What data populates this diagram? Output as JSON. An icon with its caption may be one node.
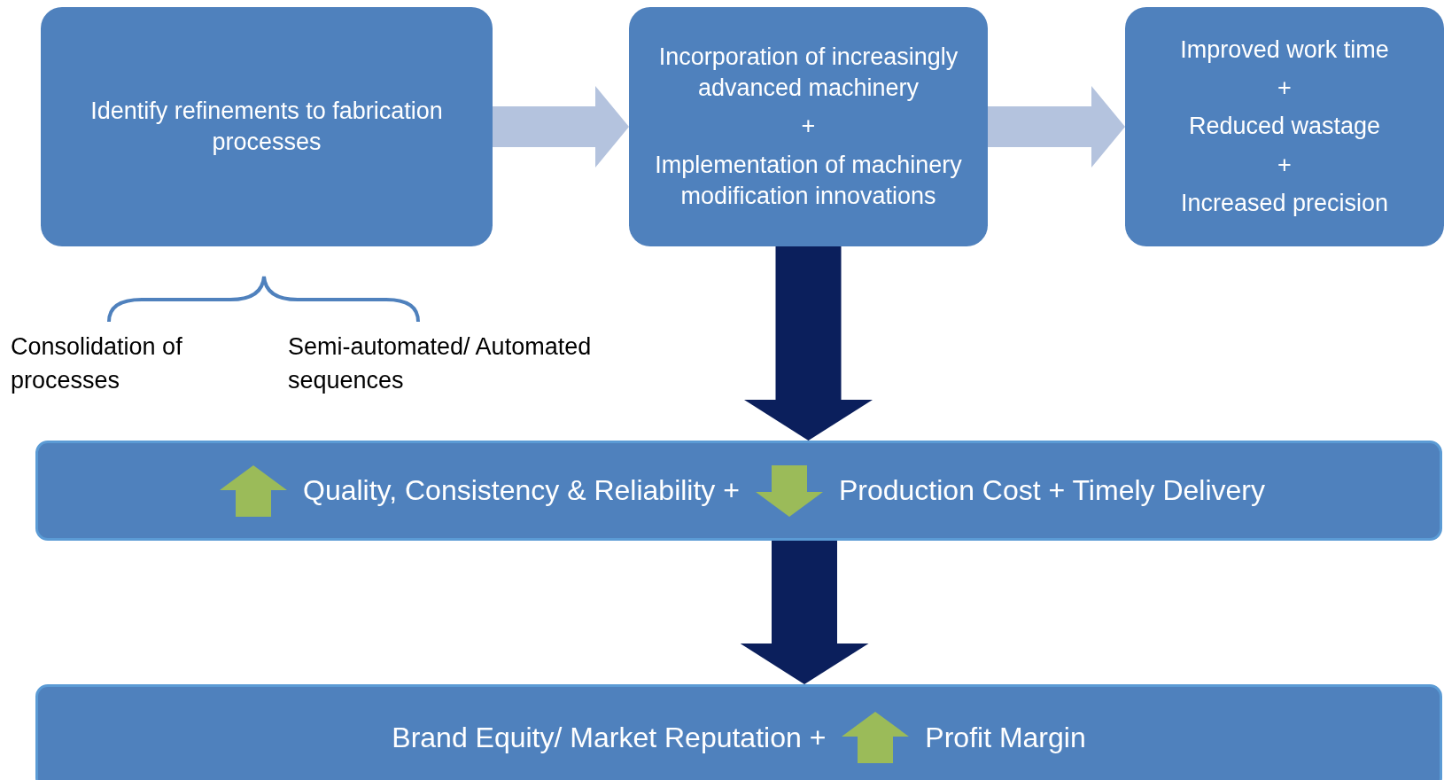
{
  "diagram": {
    "nodes": [
      {
        "text": [
          "Identify refinements to fabrication processes"
        ]
      },
      {
        "text": [
          "Incorporation of increasingly advanced machinery",
          "+",
          "Implementation of machinery modification innovations"
        ]
      },
      {
        "text": [
          "Improved work time",
          "+",
          "Reduced wastage",
          "+",
          "Increased precision"
        ]
      },
      {
        "text": [
          "Quality, Consistency & Reliability +",
          "Production Cost + Timely Delivery"
        ]
      },
      {
        "text": [
          "Brand Equity/ Market Reputation +",
          "Profit Margin"
        ]
      }
    ],
    "edges": [
      {
        "from": 0,
        "to": 1,
        "arrow": "to",
        "color": "#b4c3de"
      },
      {
        "from": 1,
        "to": 2,
        "arrow": "to",
        "color": "#b4c3de"
      },
      {
        "from": 1,
        "to": 3,
        "arrow": "to",
        "color": "#0b1f5c"
      },
      {
        "from": 3,
        "to": 4,
        "arrow": "to",
        "color": "#0b1f5c"
      }
    ],
    "labels": [
      "Consolidation of processes",
      "Semi-automated/ Automated sequences"
    ]
  }
}
